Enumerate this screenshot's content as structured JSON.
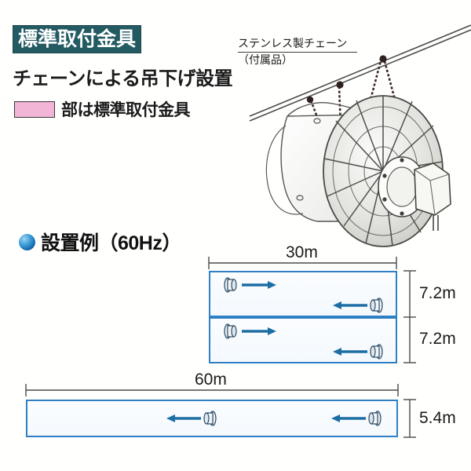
{
  "header": {
    "banner_title": "標準取付金具",
    "subtitle": "チェーンによる吊下げ設置",
    "legend_label": "部は標準取付金具",
    "legend_swatch_color": "#f2b5d6",
    "banner_color": "#245b63"
  },
  "illustration": {
    "callout_line1": "ステンレス製チェーン",
    "callout_line2": "（付属品）",
    "alt_name": "ceiling-suspended-industrial-fan"
  },
  "section": {
    "heading": "設置例（60Hz）",
    "bullet_icon": "blue-sphere-bullet"
  },
  "diagrams": [
    {
      "id": "layout-30m",
      "width_label": "30m",
      "rooms": [
        {
          "height_label": "7.2m",
          "fans": [
            {
              "position": "top-left",
              "direction": "right"
            },
            {
              "position": "bottom-right",
              "direction": "left"
            }
          ]
        },
        {
          "height_label": "7.2m",
          "fans": [
            {
              "position": "top-left",
              "direction": "right"
            },
            {
              "position": "bottom-right",
              "direction": "left"
            }
          ]
        }
      ]
    },
    {
      "id": "layout-60m",
      "width_label": "60m",
      "rooms": [
        {
          "height_label": "5.4m",
          "fans": [
            {
              "position": "middle",
              "direction": "left"
            },
            {
              "position": "right",
              "direction": "left"
            }
          ]
        }
      ]
    }
  ],
  "colors": {
    "room_border": "#2f7fc4",
    "arrow": "#1d6ea3",
    "dimension_line": "#4a4a4a",
    "text": "#1a1a1a"
  }
}
